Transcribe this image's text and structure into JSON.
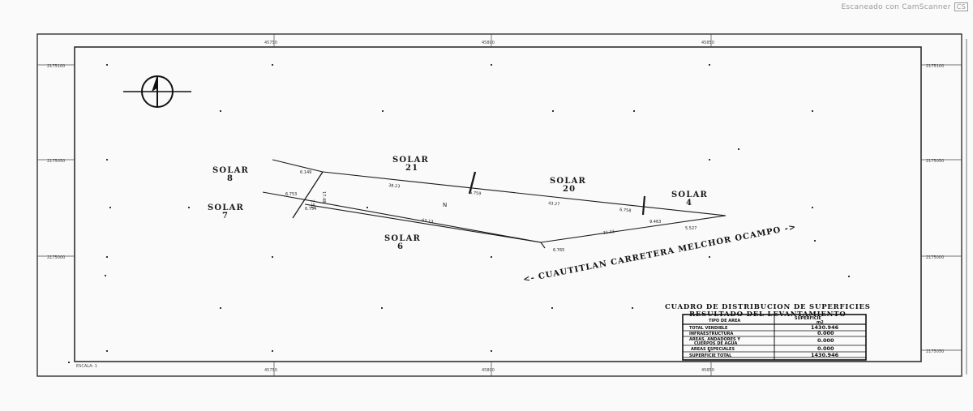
{
  "scan_stamp": "Escaneado con CamScanner",
  "scan_badge": "CS",
  "lots": [
    {
      "id": "solar-8",
      "line1": "SOLAR",
      "line2": "8"
    },
    {
      "id": "solar-7",
      "line1": "SOLAR",
      "line2": "7"
    },
    {
      "id": "solar-21",
      "line1": "SOLAR",
      "line2": "21"
    },
    {
      "id": "solar-20",
      "line1": "SOLAR",
      "line2": "20"
    },
    {
      "id": "solar-4",
      "line1": "SOLAR",
      "line2": "4"
    },
    {
      "id": "solar-6",
      "line1": "SOLAR",
      "line2": "6"
    }
  ],
  "parcel_marker": "N",
  "measurements": {
    "m1": "6.149",
    "m2": "38.23",
    "m3": "6.759",
    "m4": "43.27",
    "m5": "6.758",
    "m6": "9.463",
    "m7": "5.527",
    "m8": "31.33",
    "m9": "6.765",
    "m10": "62.13",
    "m11": "6.754",
    "m12": "6.753",
    "m13": "17.48",
    "m14": "7.53"
  },
  "road_label": "<- CUAUTITLAN CARRETERA MELCHOR OCAMPO ->",
  "coords": {
    "top1": "45750",
    "top2": "45800",
    "top3": "45850",
    "bottom1": "45750",
    "bottom2": "45800",
    "bottom3": "45850",
    "left1": "2175100",
    "left2": "2175050",
    "left3": "2175000",
    "right1": "2175100",
    "right2": "2175050",
    "right3": "2175000",
    "right4": "2175050",
    "corner": "ESCALA: 1"
  },
  "table": {
    "title_line1": "CUADRO DE DISTRIBUCION DE SUPERFICIES",
    "title_line2": "RESULTADO DEL LEVANTAMIENTO",
    "header_type": "TIPO DE AREA",
    "header_sup": "SUPERFICIE",
    "header_unit": "m2",
    "rows": [
      {
        "label": "TOTAL VENDIBLE",
        "value": "1430.946"
      },
      {
        "label": "INFRAESTRUCTURA",
        "value": "0.000"
      },
      {
        "label": "AREAS, ANDADORES Y",
        "label2": "CUERPOS DE AGUA",
        "value": "0.000"
      },
      {
        "label": "AREAS ESPECIALES",
        "value": "0.000"
      },
      {
        "label": "SUPERFICIE TOTAL",
        "value": "1430.946"
      }
    ]
  }
}
